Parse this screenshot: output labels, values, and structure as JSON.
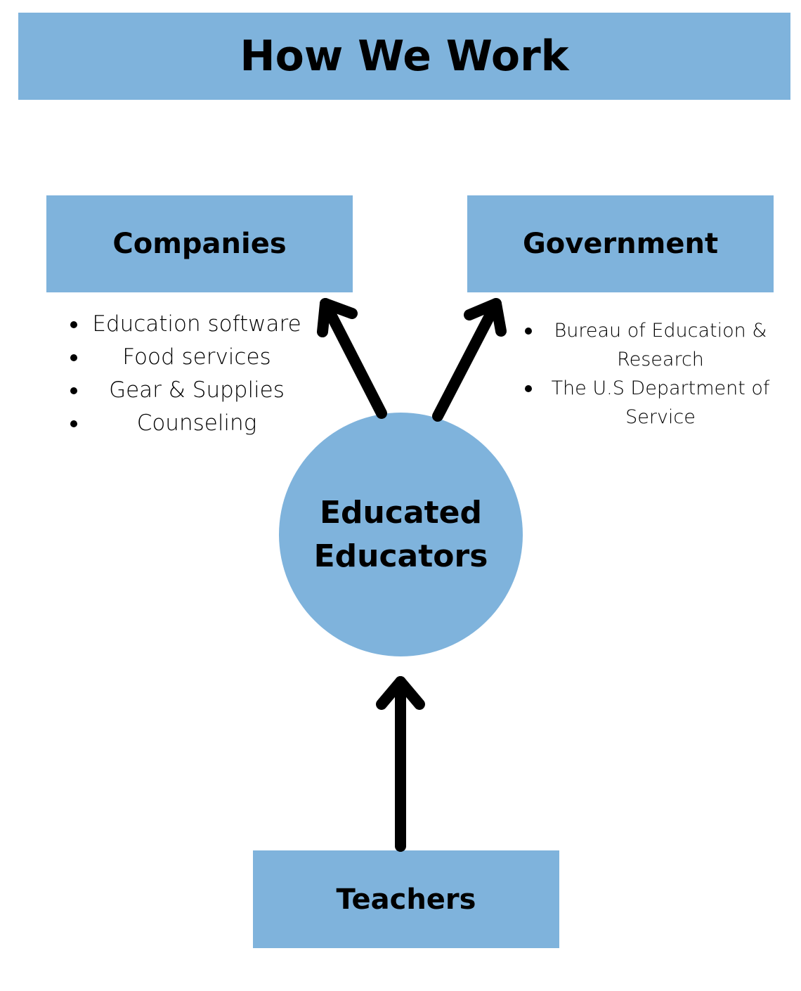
{
  "title": "How We Work",
  "companies": {
    "label": "Companies",
    "items": [
      "Education software",
      "Food services",
      "Gear & Supplies",
      "Counseling"
    ]
  },
  "government": {
    "label": "Government",
    "items": [
      "Bureau of Education & Research",
      "The U.S Department of Service"
    ]
  },
  "center": {
    "line1": "Educated",
    "line2": "Educators"
  },
  "teachers": {
    "label": "Teachers"
  },
  "colors": {
    "box_fill": "#7fb3dc",
    "arrow": "#000000"
  }
}
